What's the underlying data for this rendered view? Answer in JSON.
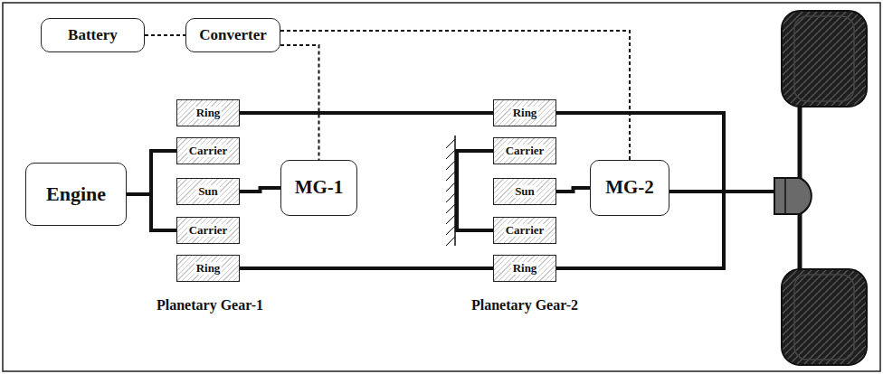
{
  "diagram": {
    "nodes": [
      {
        "text": [
          "Battery"
        ]
      },
      {
        "text": [
          "Converter"
        ]
      },
      {
        "text": [
          "Engine"
        ]
      },
      {
        "text": [
          "Ring"
        ]
      },
      {
        "text": [
          "Carrier"
        ]
      },
      {
        "text": [
          "Sun"
        ]
      },
      {
        "text": [
          "Carrier"
        ]
      },
      {
        "text": [
          "Ring"
        ]
      },
      {
        "text": [
          "MG-1"
        ]
      },
      {
        "text": [
          "Ring"
        ]
      },
      {
        "text": [
          "Carrier"
        ]
      },
      {
        "text": [
          "Sun"
        ]
      },
      {
        "text": [
          "Carrier"
        ]
      },
      {
        "text": [
          "Ring"
        ]
      },
      {
        "text": [
          "MG-2"
        ]
      }
    ],
    "edges": [
      {
        "from": 0,
        "to": 1,
        "arrow": "none"
      },
      {
        "from": 1,
        "to": 8,
        "arrow": "none"
      },
      {
        "from": 1,
        "to": 14,
        "arrow": "none"
      },
      {
        "from": 2,
        "to": 4,
        "arrow": "none"
      },
      {
        "from": 2,
        "to": 6,
        "arrow": "none"
      },
      {
        "from": 5,
        "to": 8,
        "arrow": "none"
      },
      {
        "from": 3,
        "to": 9,
        "arrow": "none"
      },
      {
        "from": 7,
        "to": 13,
        "arrow": "none"
      },
      {
        "from": 11,
        "to": 14,
        "arrow": "none"
      }
    ],
    "labels": [
      "Planetary Gear-1",
      "Planetary Gear-2"
    ]
  }
}
